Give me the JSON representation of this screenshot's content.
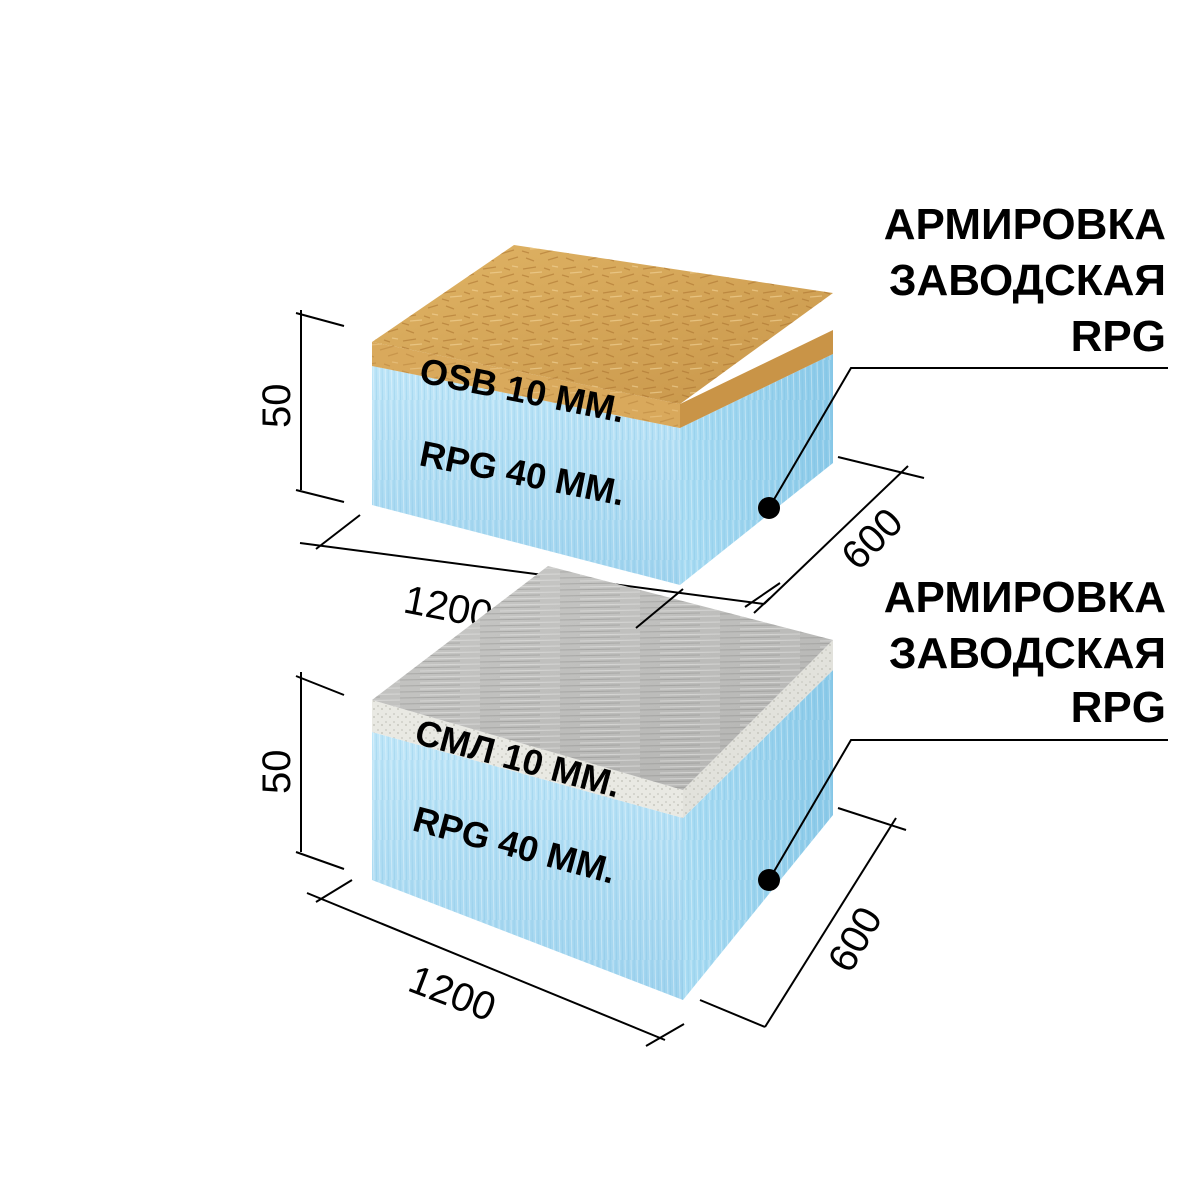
{
  "panels": [
    {
      "top_layer_label": "OSB 10 ММ.",
      "core_layer_label": "RPG 40 ММ.",
      "dim_height": "50",
      "dim_length": "1200",
      "dim_width": "600",
      "callout_lines": [
        "АРМИРОВКА",
        "ЗАВОДСКАЯ",
        "RPG"
      ],
      "top_color": "#d9a85a",
      "core_color": "#a8d8ef"
    },
    {
      "top_layer_label": "СМЛ 10 ММ.",
      "core_layer_label": "RPG 40 ММ.",
      "dim_height": "50",
      "dim_length": "1200",
      "dim_width": "600",
      "callout_lines": [
        "АРМИРОВКА",
        "ЗАВОДСКАЯ",
        "RPG"
      ],
      "top_color": "#c2c2c0",
      "core_color": "#a8d8ef"
    }
  ]
}
